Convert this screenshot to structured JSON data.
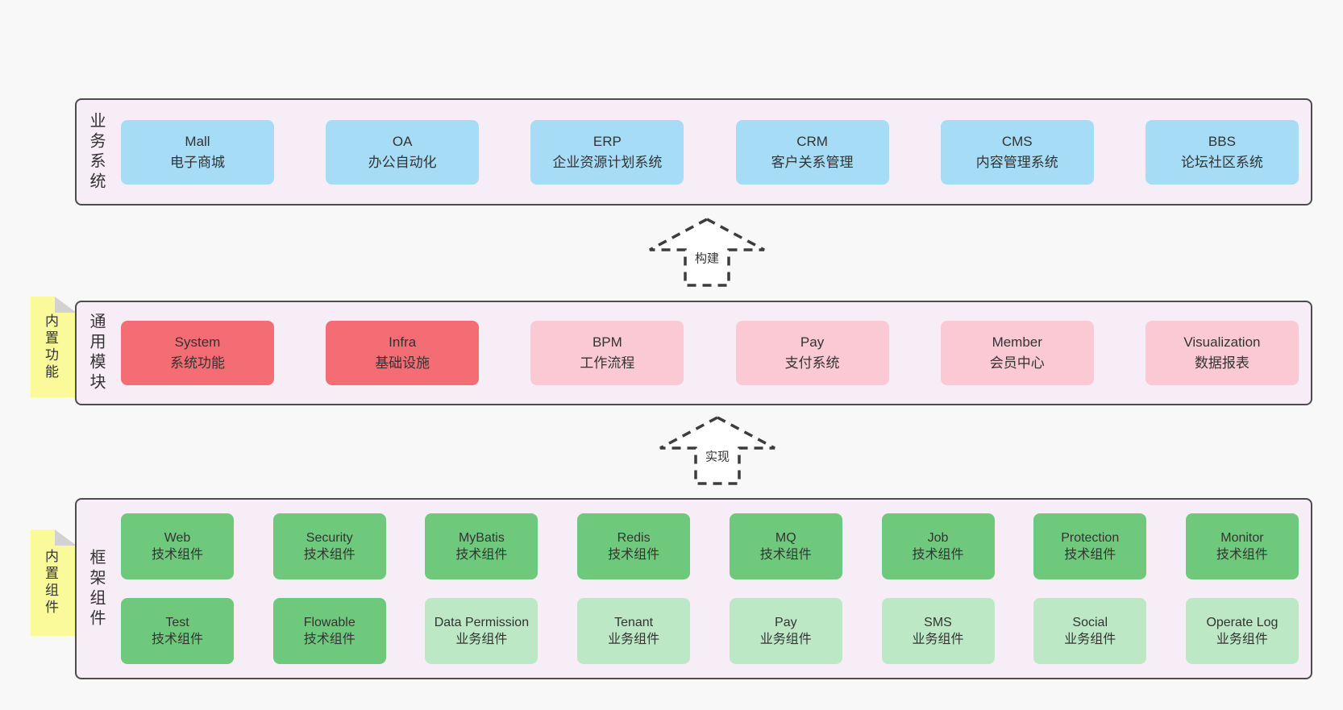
{
  "colors": {
    "page_bg": "#f8f8f8",
    "band_fill": "#f7edf6",
    "band_border": "#4c4c4c",
    "blue": "#a6dcf5",
    "red": "#f56d74",
    "pink": "#fbc9d4",
    "green": "#6fc97c",
    "light_green": "#bde8c5",
    "note_yellow": "#fafa9b",
    "note_fold": "#d2d2d2",
    "text": "#333333"
  },
  "arrows": [
    {
      "label": "构建"
    },
    {
      "label": "实现"
    }
  ],
  "bands": [
    {
      "id": "business-systems",
      "side_label": "业务系统",
      "note": null,
      "rows": [
        [
          {
            "title": "Mall",
            "subtitle": "电子商城",
            "variant": "blue"
          },
          {
            "title": "OA",
            "subtitle": "办公自动化",
            "variant": "blue"
          },
          {
            "title": "ERP",
            "subtitle": "企业资源计划系统",
            "variant": "blue"
          },
          {
            "title": "CRM",
            "subtitle": "客户关系管理",
            "variant": "blue"
          },
          {
            "title": "CMS",
            "subtitle": "内容管理系统",
            "variant": "blue"
          },
          {
            "title": "BBS",
            "subtitle": "论坛社区系统",
            "variant": "blue"
          }
        ]
      ]
    },
    {
      "id": "common-modules",
      "side_label": "通用模块",
      "note": "内置功能",
      "rows": [
        [
          {
            "title": "System",
            "subtitle": "系统功能",
            "variant": "red"
          },
          {
            "title": "Infra",
            "subtitle": "基础设施",
            "variant": "red"
          },
          {
            "title": "BPM",
            "subtitle": "工作流程",
            "variant": "pink"
          },
          {
            "title": "Pay",
            "subtitle": "支付系统",
            "variant": "pink"
          },
          {
            "title": "Member",
            "subtitle": "会员中心",
            "variant": "pink"
          },
          {
            "title": "Visualization",
            "subtitle": "数据报表",
            "variant": "pink"
          }
        ]
      ]
    },
    {
      "id": "framework-components",
      "side_label": "框架组件",
      "note": "内置组件",
      "rows": [
        [
          {
            "title": "Web",
            "subtitle": "技术组件",
            "variant": "green"
          },
          {
            "title": "Security",
            "subtitle": "技术组件",
            "variant": "green"
          },
          {
            "title": "MyBatis",
            "subtitle": "技术组件",
            "variant": "green"
          },
          {
            "title": "Redis",
            "subtitle": "技术组件",
            "variant": "green"
          },
          {
            "title": "MQ",
            "subtitle": "技术组件",
            "variant": "green"
          },
          {
            "title": "Job",
            "subtitle": "技术组件",
            "variant": "green"
          },
          {
            "title": "Protection",
            "subtitle": "技术组件",
            "variant": "green"
          },
          {
            "title": "Monitor",
            "subtitle": "技术组件",
            "variant": "green"
          }
        ],
        [
          {
            "title": "Test",
            "subtitle": "技术组件",
            "variant": "green"
          },
          {
            "title": "Flowable",
            "subtitle": "技术组件",
            "variant": "green"
          },
          {
            "title": "Data Permission",
            "subtitle": "业务组件",
            "variant": "light_green"
          },
          {
            "title": "Tenant",
            "subtitle": "业务组件",
            "variant": "light_green"
          },
          {
            "title": "Pay",
            "subtitle": "业务组件",
            "variant": "light_green"
          },
          {
            "title": "SMS",
            "subtitle": "业务组件",
            "variant": "light_green"
          },
          {
            "title": "Social",
            "subtitle": "业务组件",
            "variant": "light_green"
          },
          {
            "title": "Operate Log",
            "subtitle": "业务组件",
            "variant": "light_green"
          }
        ]
      ]
    }
  ]
}
